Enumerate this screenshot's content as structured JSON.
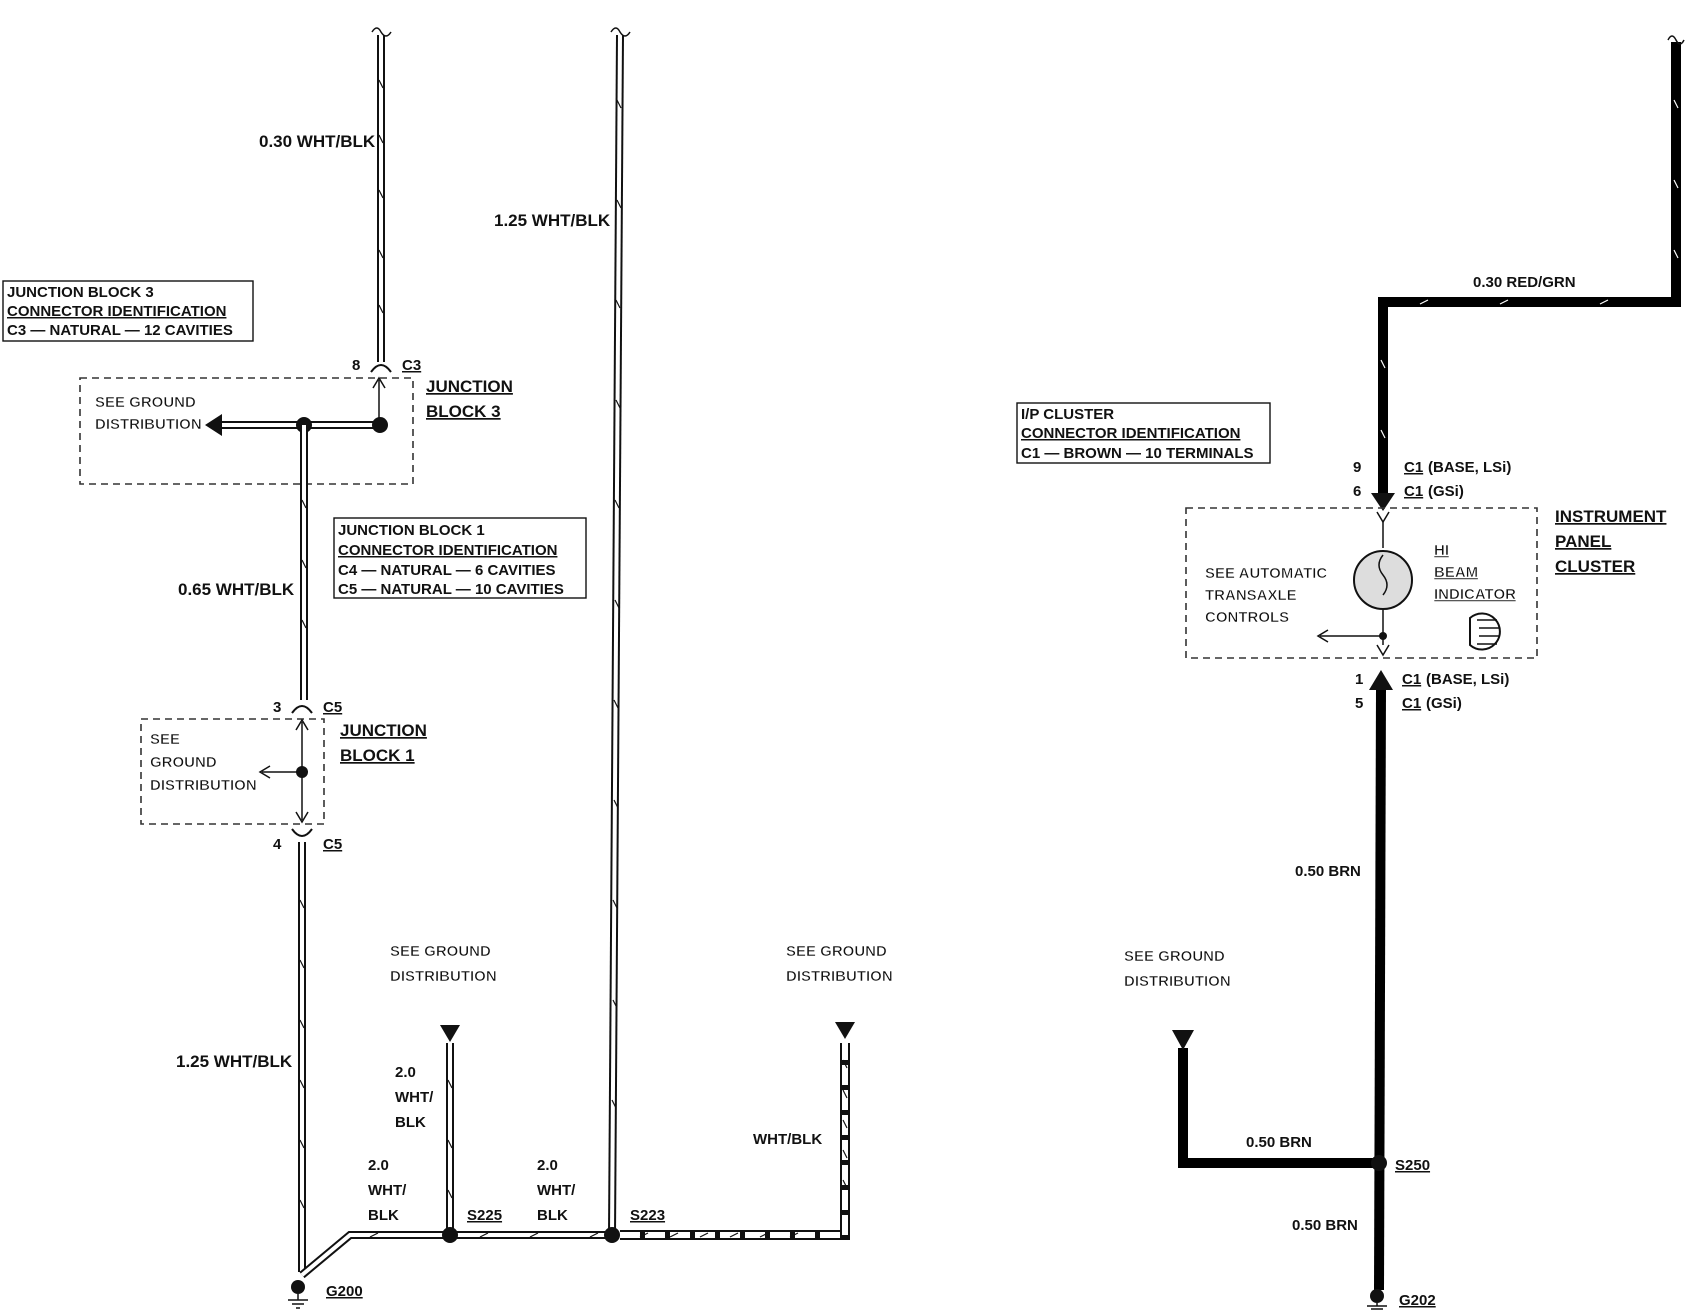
{
  "wires": {
    "w1": "0.30 WHT/BLK",
    "w2": "1.25 WHT/BLK",
    "w3": "0.65 WHT/BLK",
    "w4": "1.25 WHT/BLK",
    "w5": [
      "2.0",
      "WHT/",
      "BLK"
    ],
    "w6": [
      "2.0",
      "WHT/",
      "BLK"
    ],
    "w7": [
      "2.0",
      "WHT/",
      "BLK"
    ],
    "w8": "WHT/BLK",
    "w9": "0.30 RED/GRN",
    "w10": "0.50 BRN",
    "w11": "0.50 BRN",
    "w12": "0.50 BRN"
  },
  "id_boxes": {
    "jb3": [
      "JUNCTION BLOCK 3",
      "CONNECTOR IDENTIFICATION",
      "C3 — NATURAL — 12 CAVITIES"
    ],
    "jb1": [
      "JUNCTION BLOCK 1",
      "CONNECTOR IDENTIFICATION",
      "C4 — NATURAL — 6 CAVITIES",
      "C5 — NATURAL — 10 CAVITIES"
    ],
    "ip": [
      "I/P CLUSTER",
      "CONNECTOR IDENTIFICATION",
      "C1 — BROWN — 10 TERMINALS"
    ]
  },
  "components": {
    "jb3": [
      "JUNCTION",
      "BLOCK 3"
    ],
    "jb1": [
      "JUNCTION",
      "BLOCK 1"
    ],
    "ipc": [
      "INSTRUMENT",
      "PANEL",
      "CLUSTER"
    ],
    "hibeam": [
      "HI",
      "BEAM",
      "INDICATOR"
    ],
    "see_auto": [
      "SEE AUTOMATIC",
      "TRANSAXLE",
      "CONTROLS"
    ]
  },
  "refs": {
    "ground_dist_2": [
      "SEE GROUND",
      "DISTRIBUTION"
    ],
    "ground_dist_jb1": [
      "SEE",
      "GROUND",
      "DISTRIBUTION"
    ]
  },
  "pins": {
    "c3_pin": "8",
    "c3": "C3",
    "c5a_pin": "3",
    "c5a": "C5",
    "c5b_pin": "4",
    "c5b": "C5",
    "ip_top_pin1": "9",
    "ip_top_c1a": "C1",
    "ip_top_note1": "(BASE, LSi)",
    "ip_top_pin2": "6",
    "ip_top_c1b": "C1",
    "ip_top_note2": "(GSi)",
    "ip_bot_pin1": "1",
    "ip_bot_c1a": "C1",
    "ip_bot_note1": "(BASE, LSi)",
    "ip_bot_pin2": "5",
    "ip_bot_c1b": "C1",
    "ip_bot_note2": "(GSi)"
  },
  "splices": {
    "s225": "S225",
    "s223": "S223",
    "s250": "S250"
  },
  "grounds": {
    "g200": "G200",
    "g202": "G202"
  }
}
